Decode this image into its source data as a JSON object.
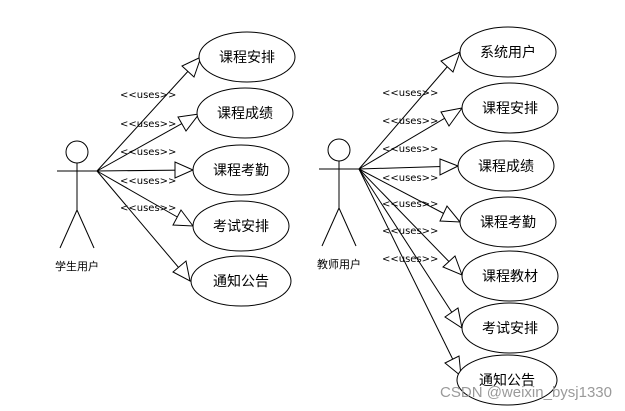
{
  "actors": [
    {
      "id": "student",
      "label": "学生用户"
    },
    {
      "id": "teacher",
      "label": "教师用户"
    }
  ],
  "use_cases": {
    "student": [
      "课程安排",
      "课程成绩",
      "课程考勤",
      "考试安排",
      "通知公告"
    ],
    "teacher": [
      "系统用户",
      "课程安排",
      "课程成绩",
      "课程考勤",
      "课程教材",
      "考试安排",
      "通知公告"
    ]
  },
  "relation_label": "<<uses>>",
  "watermark": "CSDN @weixin_bysj1330"
}
